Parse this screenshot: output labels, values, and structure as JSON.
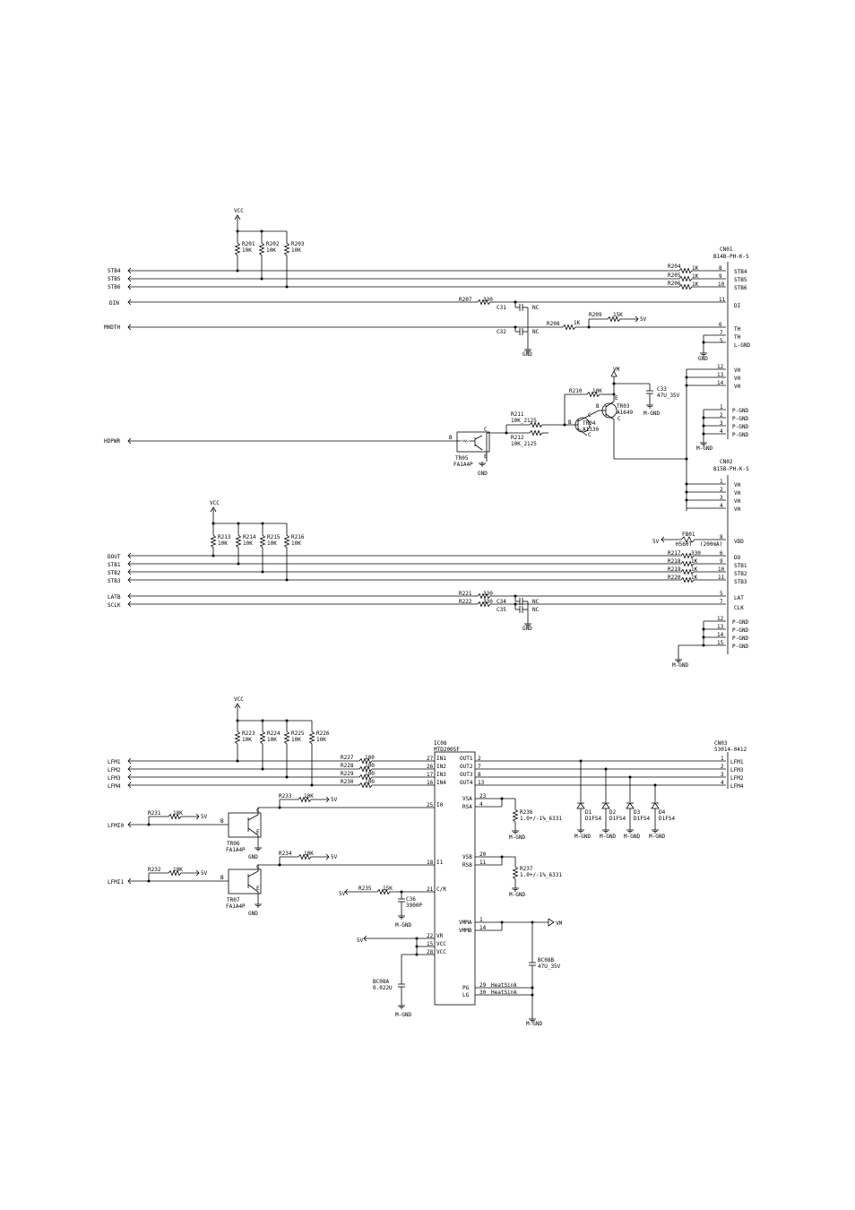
{
  "top": {
    "pullups": [
      {
        "ref": "R201",
        "val": "10K"
      },
      {
        "ref": "R202",
        "val": "10K"
      },
      {
        "ref": "R203",
        "val": "10K"
      }
    ],
    "vcc": "VCC",
    "nets": [
      {
        "name": "STB4",
        "ref": "R204",
        "val": "1K",
        "pin": "8",
        "cn": "STB4"
      },
      {
        "name": "STB5",
        "ref": "R205",
        "val": "1K",
        "pin": "9",
        "cn": "STB5"
      },
      {
        "name": "STB6",
        "ref": "R206",
        "val": "1K",
        "pin": "10",
        "cn": "STB6"
      }
    ],
    "connector": {
      "ref": "CN01",
      "part": "B14B-PH-K-S"
    },
    "di": {
      "name": "DIN",
      "ref": "R207",
      "val": "330",
      "pin": "11",
      "cn": "DI",
      "cap": "C31",
      "capval": "NC"
    },
    "th": {
      "name": "MHDTH",
      "ref": "R208",
      "val": "1K",
      "pin": "6",
      "cn": "TH",
      "cap": "C32",
      "capval": "NC",
      "ref2": "R209",
      "val2": "15K",
      "rail": "5V"
    },
    "th2": {
      "pin": "7",
      "cn": "TH"
    },
    "lgnd": {
      "pin": "5",
      "cn": "L-GND"
    },
    "gnd": "GND",
    "mgnd": "M-GND",
    "vh_pins": [
      {
        "pin": "12",
        "cn": "VH"
      },
      {
        "pin": "13",
        "cn": "VH"
      },
      {
        "pin": "14",
        "cn": "VH"
      }
    ],
    "pgnd_pins": [
      {
        "pin": "1",
        "cn": "P-GND"
      },
      {
        "pin": "2",
        "cn": "P-GND"
      },
      {
        "pin": "3",
        "cn": "P-GND"
      },
      {
        "pin": "4",
        "cn": "P-GND"
      }
    ],
    "power": {
      "vm": "VM",
      "c33": "C33",
      "c33val": "47U_35V",
      "r210": "R210",
      "r210val": "10K",
      "tr03": "TR03",
      "tr03part": "A1649",
      "tr04": "TR04",
      "tr04part": "A1330",
      "r211": "R211",
      "r211val": "10K_2125",
      "r212": "R212",
      "r212val": "10K_2125",
      "tr05": "TR05",
      "tr05part": "FA1A4P",
      "hdpwr": "HDPWR",
      "b": "B",
      "c": "C",
      "e": "E"
    }
  },
  "mid": {
    "connector": {
      "ref": "CN02",
      "part": "B15B-PH-K-S"
    },
    "vh_pins": [
      {
        "pin": "1",
        "cn": "VH"
      },
      {
        "pin": "2",
        "cn": "VH"
      },
      {
        "pin": "3",
        "cn": "VH"
      },
      {
        "pin": "4",
        "cn": "VH"
      }
    ],
    "pullups": [
      {
        "ref": "R213",
        "val": "10K"
      },
      {
        "ref": "R214",
        "val": "10K"
      },
      {
        "ref": "R215",
        "val": "10K"
      },
      {
        "ref": "R216",
        "val": "10K"
      }
    ],
    "vcc": "VCC",
    "vdd": {
      "ref": "FB01",
      "part": "H560T",
      "note": "(200mA)",
      "pin": "8",
      "cn": "VDD",
      "rail": "5V"
    },
    "nets": [
      {
        "name": "DOUT",
        "ref": "R217",
        "val": "330",
        "pin": "6",
        "cn": "DO"
      },
      {
        "name": "STB1",
        "ref": "R218",
        "val": "1K",
        "pin": "9",
        "cn": "STB1"
      },
      {
        "name": "STB2",
        "ref": "R219",
        "val": "1K",
        "pin": "10",
        "cn": "STB2"
      },
      {
        "name": "STB3",
        "ref": "R220",
        "val": "1K",
        "pin": "11",
        "cn": "STB3"
      }
    ],
    "lat": {
      "name": "LATB",
      "ref": "R221",
      "val": "330",
      "pin": "5",
      "cn": "LAT",
      "cap": "C34",
      "capval": "NC"
    },
    "clk": {
      "name": "SCLK",
      "ref": "R222",
      "val": "330",
      "pin": "7",
      "cn": "CLK",
      "cap": "C35",
      "capval": "NC"
    },
    "pgnd_pins": [
      {
        "pin": "12",
        "cn": "P-GND"
      },
      {
        "pin": "13",
        "cn": "P-GND"
      },
      {
        "pin": "14",
        "cn": "P-GND"
      },
      {
        "pin": "15",
        "cn": "P-GND"
      }
    ],
    "gnd": "GND",
    "mgnd": "M-GND"
  },
  "bottom": {
    "vcc": "VCC",
    "pullups": [
      {
        "ref": "R223",
        "val": "10K"
      },
      {
        "ref": "R224",
        "val": "10K"
      },
      {
        "ref": "R225",
        "val": "10K"
      },
      {
        "ref": "R226",
        "val": "10K"
      }
    ],
    "ic": {
      "ref": "IC08",
      "part": "MTD2005F"
    },
    "inputs": [
      {
        "name": "LFM1",
        "ref": "R227",
        "val": "100",
        "pinno": "27",
        "pin": "IN1"
      },
      {
        "name": "LFM2",
        "ref": "R228",
        "val": "100",
        "pinno": "26",
        "pin": "IN2"
      },
      {
        "name": "LFM3",
        "ref": "R229",
        "val": "100",
        "pinno": "17",
        "pin": "IN3"
      },
      {
        "name": "LFM4",
        "ref": "R230",
        "val": "100",
        "pinno": "16",
        "pin": "IN4"
      }
    ],
    "outputs": [
      {
        "pin": "OUT1",
        "pinno": "2",
        "cnpin": "1",
        "cn": "LFM1"
      },
      {
        "pin": "OUT2",
        "pinno": "7",
        "cnpin": "2",
        "cn": "LFM3"
      },
      {
        "pin": "OUT3",
        "pinno": "8",
        "cnpin": "3",
        "cn": "LFM2"
      },
      {
        "pin": "OUT4",
        "pinno": "13",
        "cnpin": "4",
        "cn": "LFM4"
      }
    ],
    "connector": {
      "ref": "CN03",
      "part": "53014-0412"
    },
    "diodes": [
      {
        "ref": "D1",
        "part": "D1FS4"
      },
      {
        "ref": "D2",
        "part": "D1FS4"
      },
      {
        "ref": "D3",
        "part": "D1FS4"
      },
      {
        "ref": "D4",
        "part": "D1FS4"
      }
    ],
    "i0": {
      "name": "LFMI0",
      "ref": "R231",
      "val": "10K",
      "rail": "5V",
      "ref2": "R233",
      "val2": "10K",
      "pinno": "25",
      "pin": "I0",
      "tr": "TR06",
      "trpart": "FA1A4P"
    },
    "i1": {
      "name": "LFMI1",
      "ref": "R232",
      "val": "10K",
      "rail": "5V",
      "ref2": "R234",
      "val2": "10K",
      "pinno": "18",
      "pin": "I1",
      "tr": "TR07",
      "trpart": "FA1A4P"
    },
    "vsa": {
      "pin": "VSA",
      "pinno": "23"
    },
    "rsa": {
      "pin": "RSA",
      "pinno": "4",
      "ref": "R236",
      "val": "1.0+/-1%_6331"
    },
    "vsb": {
      "pin": "VSB",
      "pinno": "20"
    },
    "rsb": {
      "pin": "RSB",
      "pinno": "11",
      "ref": "R237",
      "val": "1.0+/-1%_6331"
    },
    "cr": {
      "pin": "C/R",
      "pinno": "21",
      "ref": "R235",
      "val": "15K",
      "rail": "5V",
      "cap": "C36",
      "capval": "3900P"
    },
    "vr": {
      "pin": "VR",
      "pinno": "22",
      "rail": "5V"
    },
    "vcc1": {
      "pin": "VCC",
      "pinno": "15"
    },
    "vcc2": {
      "pin": "VCC",
      "pinno": "28"
    },
    "bc1": {
      "ref": "BC08A",
      "val": "0.022U"
    },
    "vmma": {
      "pin": "VMMA",
      "pinno": "1",
      "rail": "VM"
    },
    "vmmb": {
      "pin": "VMMB",
      "pinno": "14"
    },
    "bc2": {
      "ref": "BC08B",
      "val": "47U_35V"
    },
    "pg": {
      "pin": "PG",
      "pinno": "29",
      "note": "HeatSink"
    },
    "lg": {
      "pin": "LG",
      "pinno": "30",
      "note": "HeatSink"
    },
    "gnd": "GND",
    "mgnd": "M-GND",
    "b": "B",
    "c": "C",
    "e": "E"
  }
}
